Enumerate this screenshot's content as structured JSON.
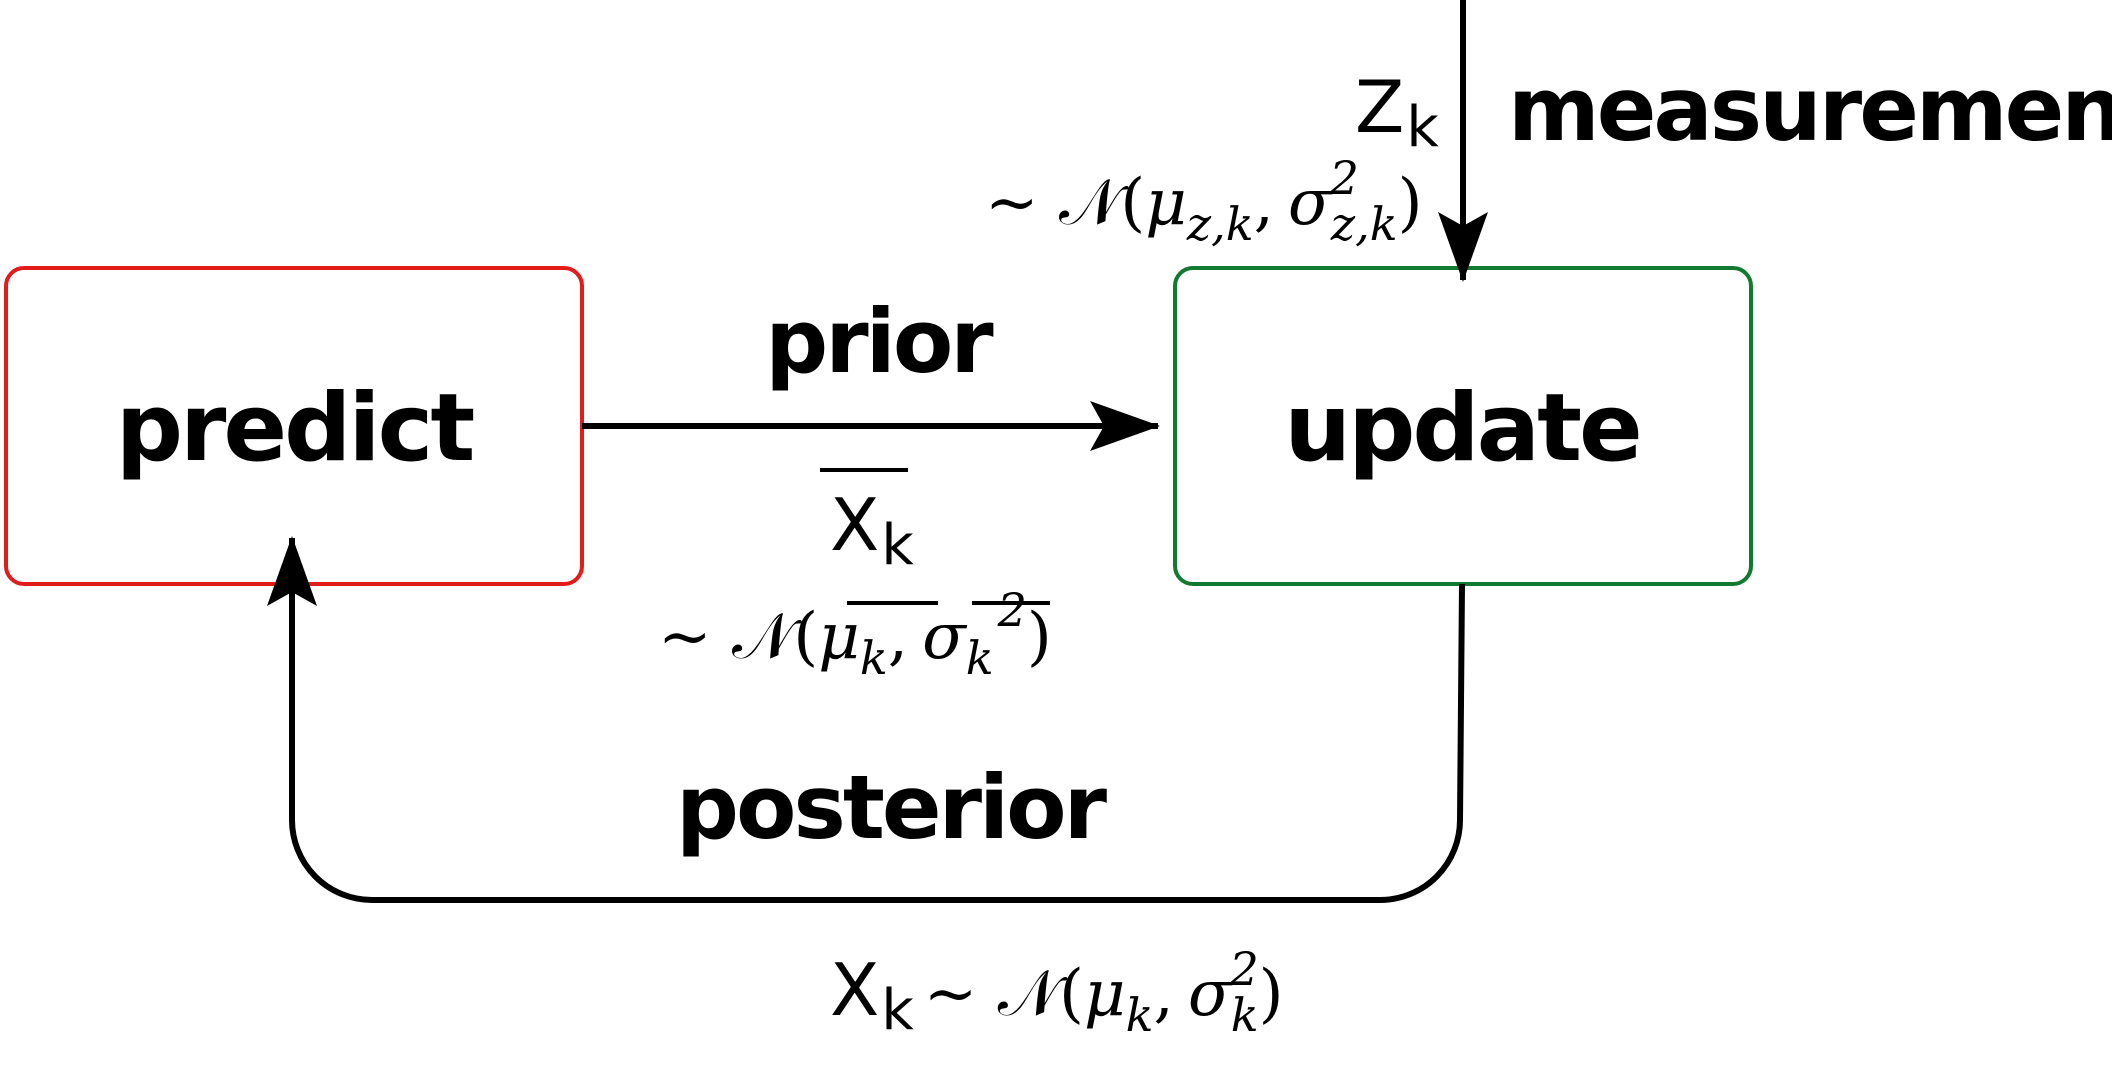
{
  "boxes": {
    "predict": {
      "label": "predict",
      "border_color": "#e31b1b"
    },
    "update": {
      "label": "update",
      "border_color": "#127a30"
    }
  },
  "edges": {
    "prior": {
      "label": "prior",
      "variable": "X",
      "variable_sub": "k",
      "distribution": "~ 𝒩(",
      "mean": "μ",
      "mean_sub": "k",
      "sep": ",",
      "variance": "σ",
      "variance_sub": "k",
      "variance_sup": "2",
      "close": ")"
    },
    "measurement": {
      "label": "measurement",
      "variable": "Z",
      "variable_sub": "k",
      "distribution": "~ 𝒩(",
      "mean": "μ",
      "mean_sub": "z,k",
      "sep": ",",
      "variance": "σ",
      "variance_sub": "z,k",
      "variance_sup": "2",
      "close": ")"
    },
    "posterior": {
      "label": "posterior",
      "variable": "X",
      "variable_sub": "k",
      "distribution": "~ 𝒩(",
      "mean": "μ",
      "mean_sub": "k",
      "sep": ",",
      "variance": "σ",
      "variance_sub": "k",
      "variance_sup": "2",
      "close": ")"
    }
  },
  "colors": {
    "line": "#000000",
    "predict_border": "#e31b1b",
    "update_border": "#127a30"
  }
}
